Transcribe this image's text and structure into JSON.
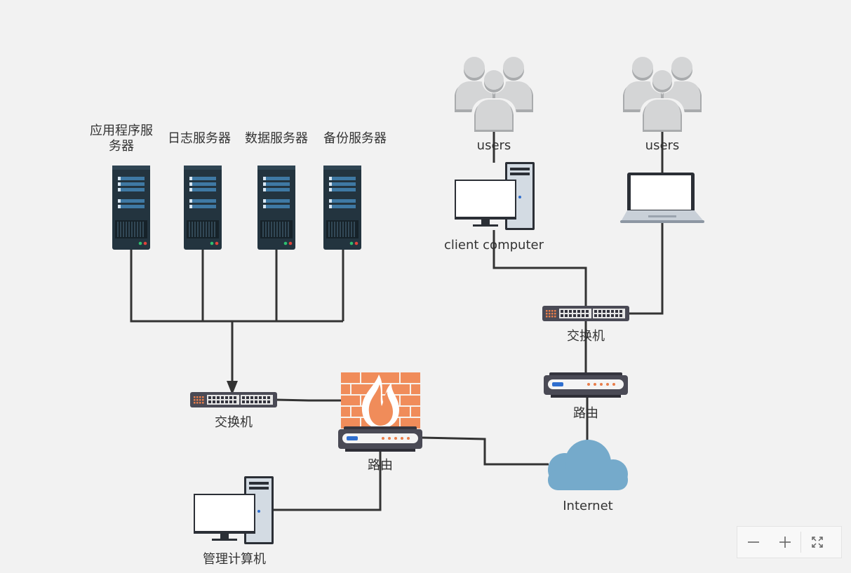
{
  "labels": {
    "app_server": "应用程序服务器",
    "log_server": "日志服务器",
    "data_server": "数据服务器",
    "backup_server": "备份服务器",
    "users_1": "users",
    "users_2": "users",
    "client_computer": "client computer",
    "switch_right": "交换机",
    "router_right": "路由",
    "switch_left": "交换机",
    "router_left": "路由",
    "internet": "Internet",
    "admin_computer": "管理计算机"
  },
  "colors": {
    "background": "#f2f2f2",
    "server_body": "#23343f",
    "firewall": "#f08c5a",
    "cloud": "#75aacb",
    "device_dark": "#4a4a55",
    "connector": "#333333"
  },
  "icons": {
    "zoom_out": "minus-icon",
    "zoom_in": "plus-icon",
    "fit": "fullscreen-icon"
  }
}
